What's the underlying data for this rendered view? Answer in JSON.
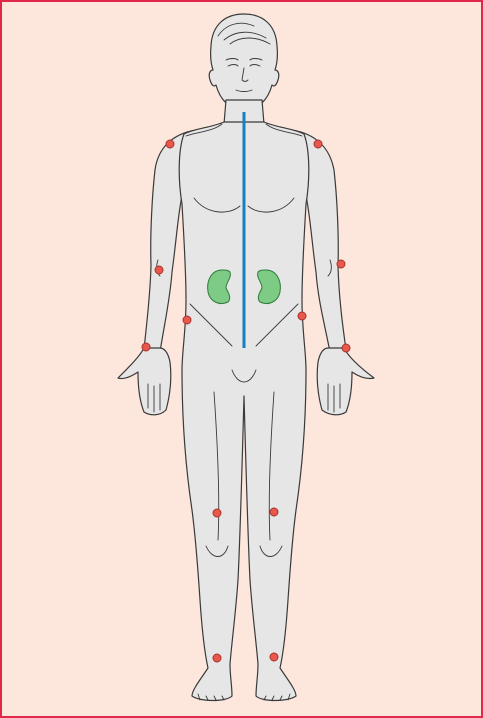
{
  "colors": {
    "frame_border": "#e0284a",
    "background": "#fde6dc",
    "body_fill": "#e6e6e6",
    "outline": "#3a3a3a",
    "spine_line": "#1a7fc1",
    "kidney_fill": "#7dcb84",
    "joint_marker_fill": "#e8584c",
    "joint_marker_stroke": "#a8322b"
  },
  "figure": {
    "view": "anterior",
    "highlighted_organ": "kidneys",
    "highlighted_structure": "spine",
    "joint_markers": [
      "left-shoulder",
      "right-shoulder",
      "left-elbow",
      "right-elbow",
      "left-hip",
      "right-hip",
      "left-wrist",
      "right-wrist",
      "left-knee",
      "right-knee",
      "left-ankle",
      "right-ankle"
    ]
  }
}
